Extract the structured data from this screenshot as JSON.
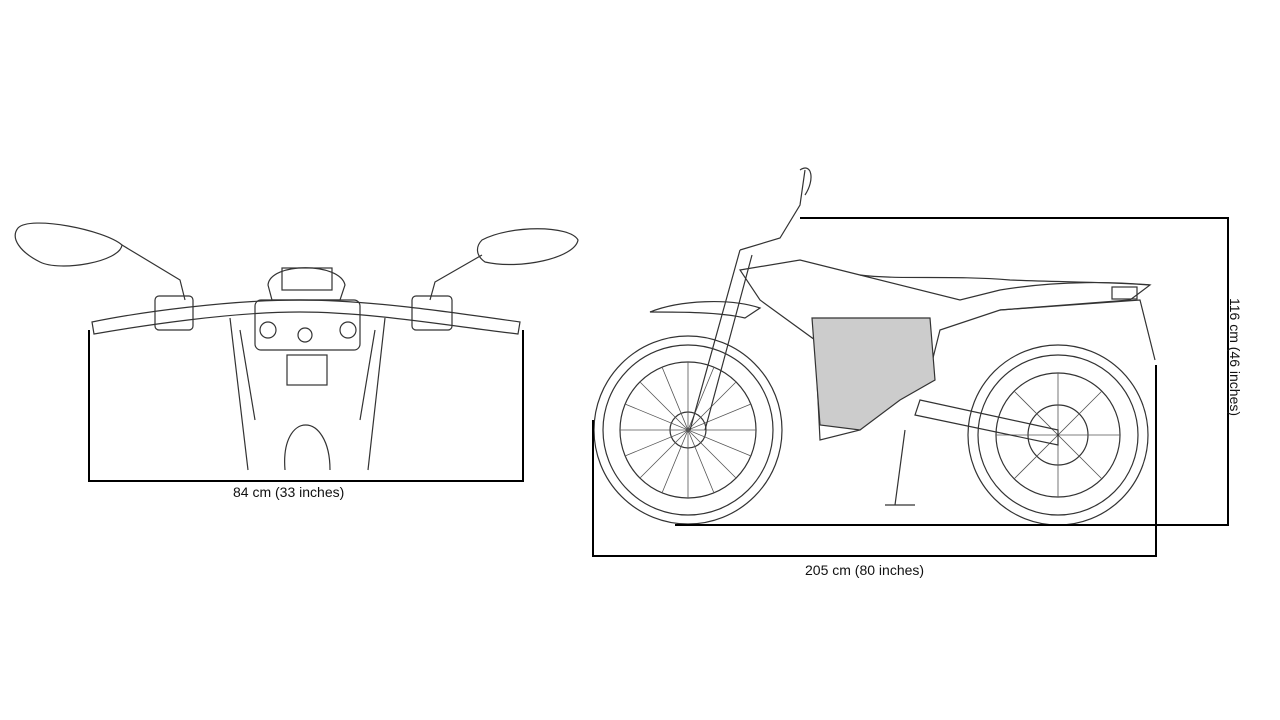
{
  "front_view": {
    "width_label": "84 cm (33 inches)"
  },
  "side_view": {
    "length_label": "205 cm (80 inches)",
    "height_label": "116 cm (46 inches)"
  }
}
